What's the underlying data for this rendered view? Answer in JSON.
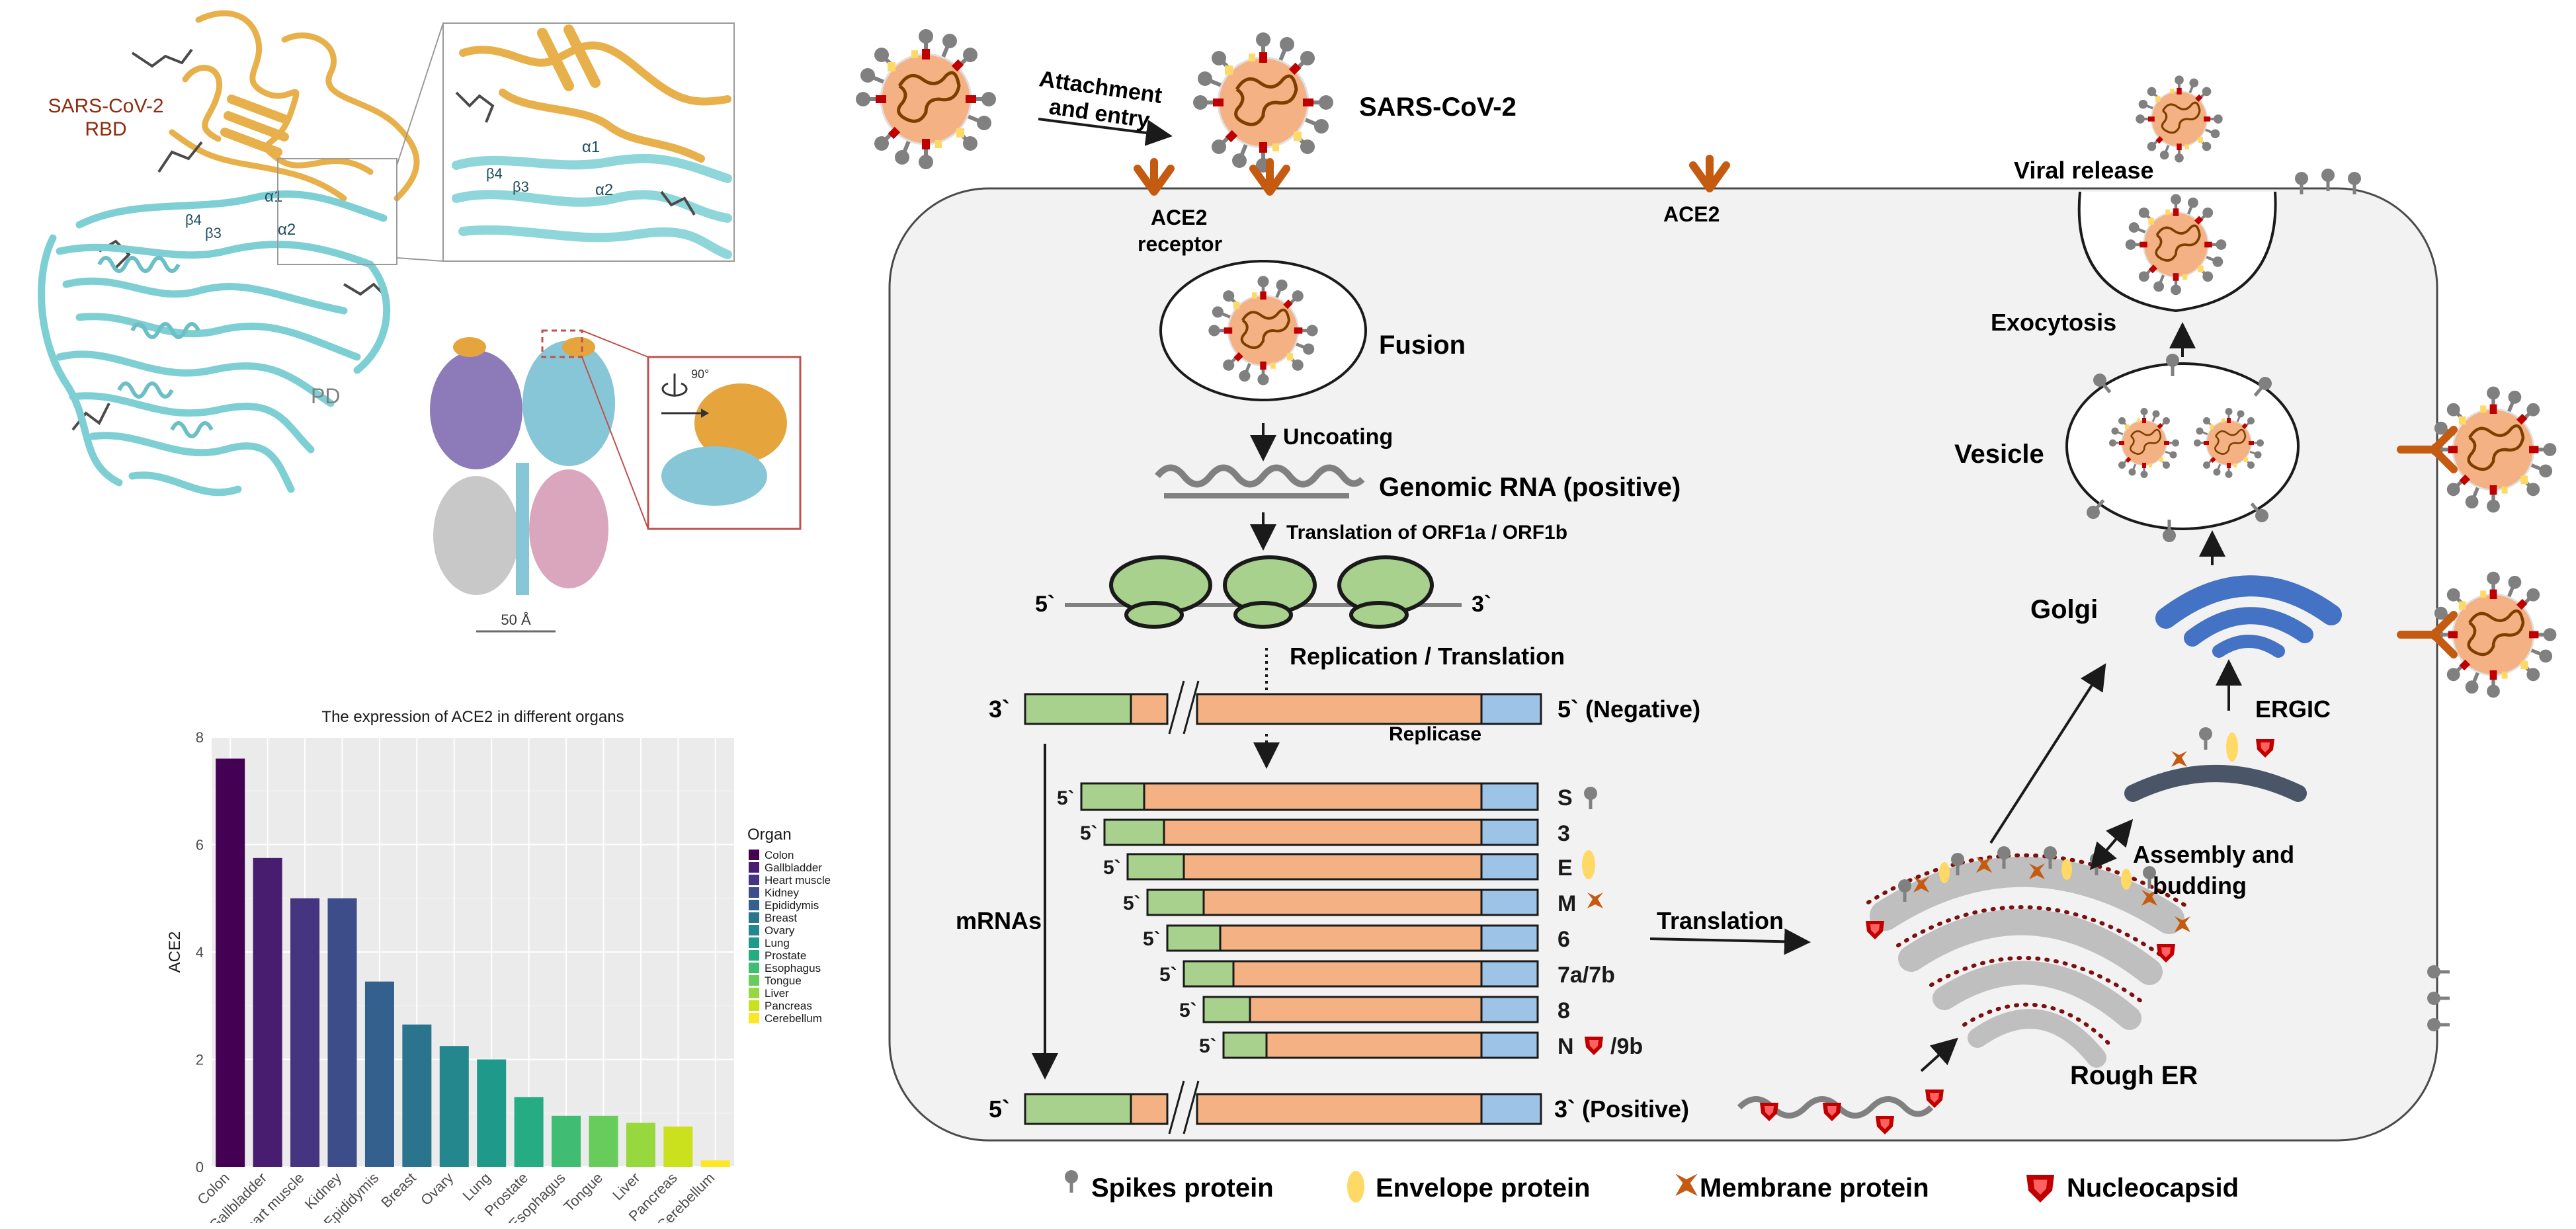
{
  "structure": {
    "rbd_label_line1": "SARS-CoV-2",
    "rbd_label_line2": "RBD",
    "pd_label": "PD",
    "zoom_labels": [
      "α1",
      "α2",
      "β4",
      "β3"
    ],
    "main_labels": [
      "α1",
      "α2",
      "β4",
      "β3"
    ],
    "rotate_label": "90°",
    "scale_bar": "50 Å"
  },
  "colors": {
    "ace2_teal": "#7ecfd4",
    "rbd_gold": "#e8b04a",
    "cell_bg": "#f2f2f2",
    "virus_body": "#f4b183",
    "rna_brown": "#7b3f00",
    "receptor_orange": "#c55a11",
    "green_segment": "#a9d18e",
    "orange_segment": "#f4b183",
    "blue_segment": "#9dc3e6",
    "golgi_blue": "#4472c4",
    "er_gray": "#bfbfbf",
    "er_dots": "#7b1010",
    "nucleocapsid_red": "#c00000",
    "envelope_yellow": "#ffd966",
    "membrane_brown": "#c55a11",
    "spike_gray": "#808080"
  },
  "chart_data": {
    "type": "bar",
    "title": "The expression of ACE2 in different organs",
    "xlabel": "",
    "ylabel": "ACE2",
    "ylim": [
      0,
      8
    ],
    "yticks": [
      0,
      2,
      4,
      6,
      8
    ],
    "categories": [
      "Colon",
      "Gallbladder",
      "Heart muscle",
      "Kidney",
      "Epididymis",
      "Breast",
      "Ovary",
      "Lung",
      "Prostate",
      "Esophagus",
      "Tongue",
      "Liver",
      "Pancreas",
      "Cerebellum"
    ],
    "values": [
      7.6,
      5.75,
      5.0,
      5.0,
      3.45,
      2.65,
      2.25,
      2.0,
      1.3,
      0.95,
      0.95,
      0.82,
      0.75,
      0.12
    ],
    "colors": [
      "#440154",
      "#481c6e",
      "#453581",
      "#3d4d8a",
      "#34608d",
      "#2b748e",
      "#24878e",
      "#1f998a",
      "#25ac82",
      "#40bd72",
      "#67cc5c",
      "#97d83f",
      "#cbe11e",
      "#fde725"
    ],
    "legend_title": "Organ",
    "legend_placement": "right",
    "grid": true
  },
  "cycle": {
    "attachment_line1": "Attachment",
    "attachment_line2": "and entry",
    "virus_name": "SARS-CoV-2",
    "ace2_receptor_line1": "ACE2",
    "ace2_receptor_line2": "receptor",
    "ace2": "ACE2",
    "fusion": "Fusion",
    "uncoating": "Uncoating",
    "genomic_rna": "Genomic RNA (positive)",
    "translation_orf": "Translation of ORF1a / ORF1b",
    "five_prime": "5`",
    "three_prime": "3`",
    "replication": "Replication / Translation",
    "negative": "5` (Negative)",
    "replicase": "Replicase",
    "mrnas": "mRNAs",
    "positive": "3` (Positive)",
    "translation": "Translation",
    "viral_release": "Viral release",
    "exocytosis": "Exocytosis",
    "vesicle": "Vesicle",
    "golgi": "Golgi",
    "ergic": "ERGIC",
    "assembly_line1": "Assembly and",
    "assembly_line2": "budding",
    "rough_er": "Rough ER",
    "mrna_labels": [
      "S",
      "3",
      "E",
      "M",
      "6",
      "7a/7b",
      "8",
      "N",
      "/9b"
    ]
  },
  "legend": {
    "spikes": "Spikes protein",
    "envelope": "Envelope protein",
    "membrane": "Membrane protein",
    "nucleocapsid": "Nucleocapsid"
  }
}
